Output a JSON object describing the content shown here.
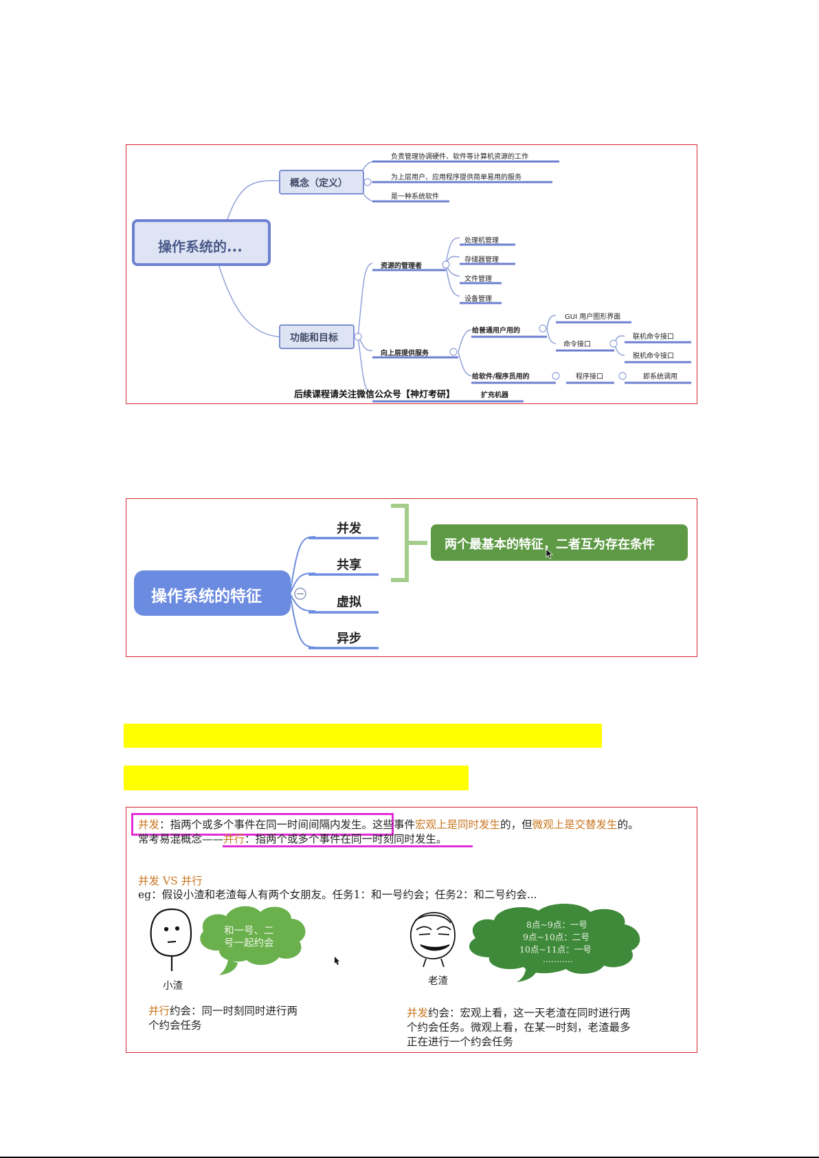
{
  "mindmap1": {
    "root": "操作系统的...",
    "concept": {
      "label": "概念（定义）",
      "items": [
        "负责管理协调硬件、软件等计算机资源的工作",
        "为上层用户、应用程序提供简单易用的服务",
        "是一种系统软件"
      ]
    },
    "goal": {
      "label": "功能和目标",
      "resource_manager": {
        "label": "资源的管理者",
        "items": [
          "处理机管理",
          "存储器管理",
          "文件管理",
          "设备管理"
        ]
      },
      "upper_service": {
        "label": "向上层提供服务",
        "ordinary_user": {
          "label": "给普通用户用的",
          "gui": "GUI 用户图形界面",
          "cmd": {
            "label": "命令接口",
            "items": [
              "联机命令接口",
              "脱机命令接口"
            ]
          }
        },
        "programmer": {
          "label": "给软件/程序员用的",
          "program_interface": "程序接口",
          "syscall": "即系统调用"
        }
      },
      "extend": "扩充机器"
    },
    "caption": "后续课程请关注微信公众号【神灯考研】"
  },
  "features": {
    "root": "操作系统的特征",
    "items": [
      "并发",
      "共享",
      "虚拟",
      "异步"
    ],
    "note": "两个最基本的特征，二者互为存在条件"
  },
  "example": {
    "def_concurrency": {
      "term": "并发",
      "body": "：指两个或多个事件在同一时间间隔内发生。",
      "rest_a": "这些事件",
      "macro": "宏观上是同时发生",
      "rest_b": "的，但",
      "micro": "微观上是交替发生",
      "rest_c": "的。"
    },
    "def_parallel": {
      "prefix": "常考易混概念——",
      "term": "并行",
      "body": "：指两个或多个事件在同一时刻同时发生。"
    },
    "vs_title": "并发 VS 并行",
    "eg_line": "eg：假设小渣和老渣每人有两个女朋友。任务1：和一号约会；任务2：和二号约会...",
    "left": {
      "bubble": [
        "和一号、二",
        "号一起约会"
      ],
      "name": "小渣",
      "caption_term": "并行",
      "caption_lines": [
        "约会：同一时刻同时进行两",
        "个约会任务"
      ]
    },
    "right": {
      "bubble": [
        "8点~9点：一号",
        "9点~10点：二号",
        "10点~11点：一号",
        "..........."
      ],
      "name": "老渣",
      "caption_term": "并发",
      "caption_lines": [
        "约会：宏观上看，这一天老渣在同时进行两",
        "个约会任务。微观上看，在某一时刻，老渣最多",
        "正在进行一个约会任务"
      ]
    }
  },
  "colors": {
    "panel_border": "#d4242b",
    "mindmap_node_fill": "#dfe4f4",
    "mindmap_node_stroke": "#7b8fd0",
    "feature_root": "#6b8be0",
    "feature_note": "#5e9a45",
    "highlight": "#ffff00",
    "annotation": "#e22bd6",
    "emphasis": "#c9751f",
    "cloud_left": "#6ab04c",
    "cloud_right": "#3f8a3a"
  }
}
